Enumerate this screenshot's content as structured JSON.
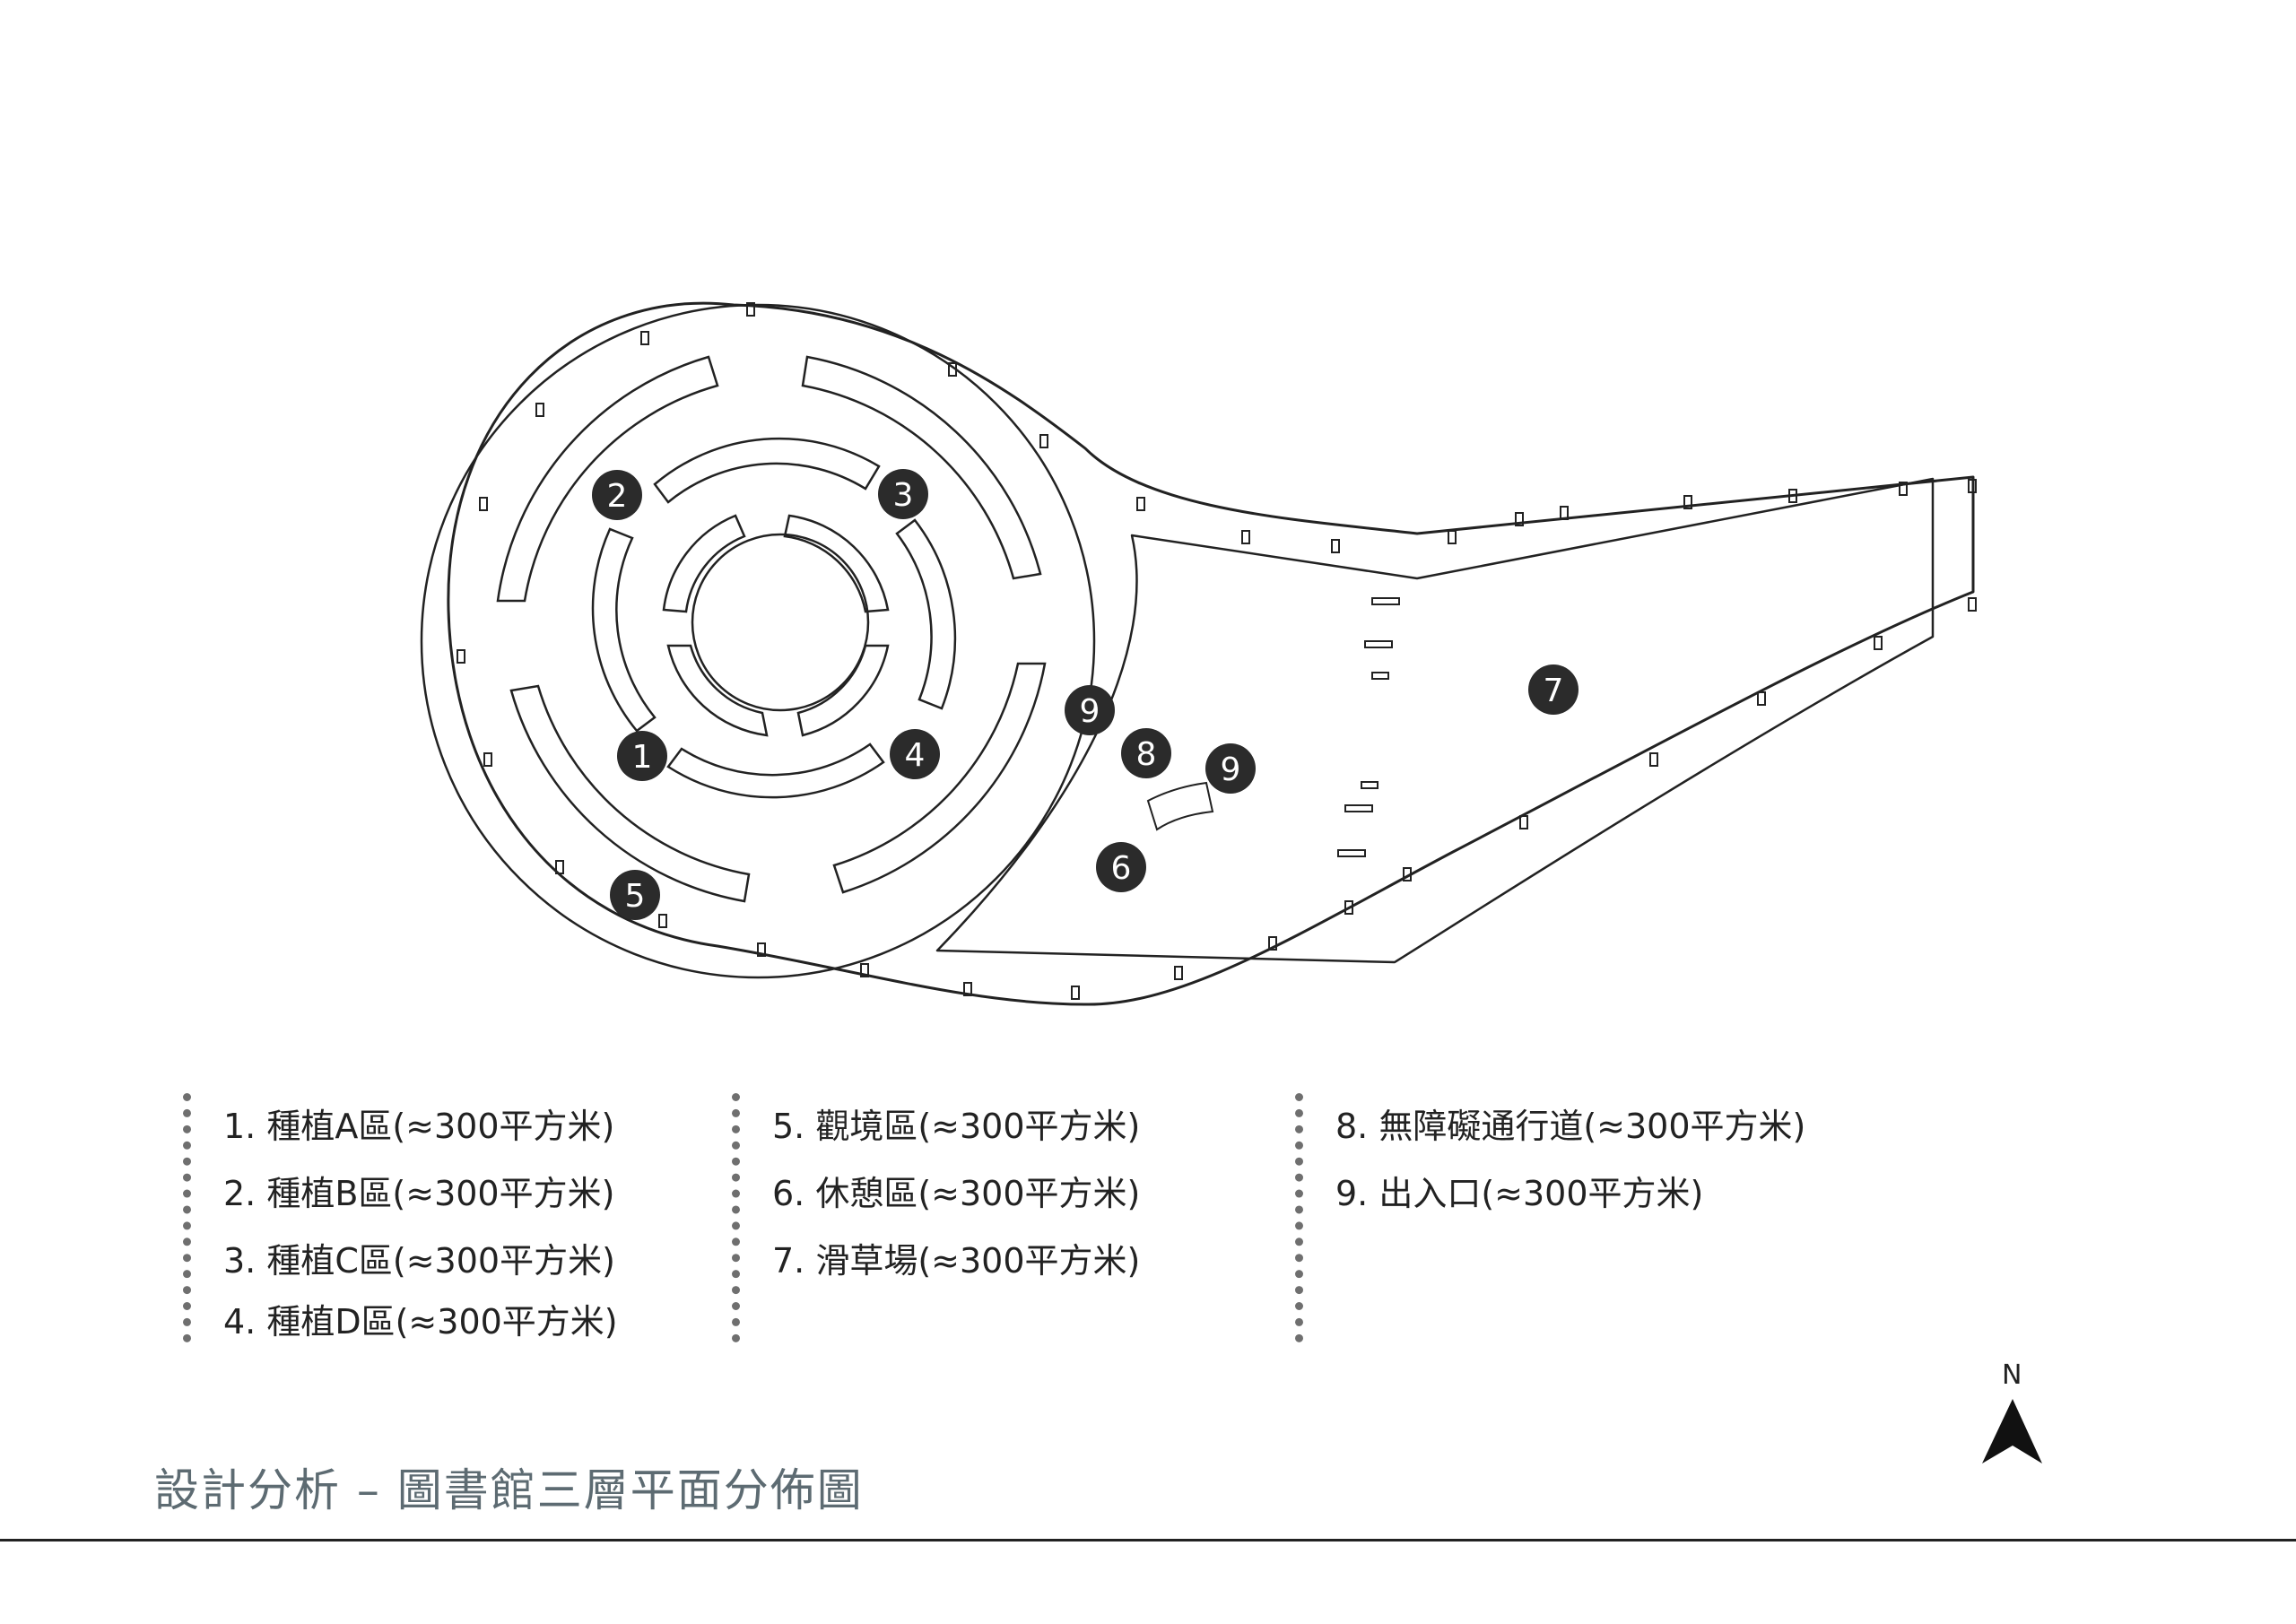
{
  "title": "設計分析 – 圖書館三層平面分佈圖",
  "compass": {
    "label": "N",
    "icon": "north-arrow-icon"
  },
  "markers": [
    {
      "num": "1"
    },
    {
      "num": "2"
    },
    {
      "num": "3"
    },
    {
      "num": "4"
    },
    {
      "num": "5"
    },
    {
      "num": "6"
    },
    {
      "num": "7"
    },
    {
      "num": "8"
    },
    {
      "num": "9"
    },
    {
      "num": "9"
    }
  ],
  "legend": {
    "col1": [
      "1. 種植A區(≈300平方米)",
      "2. 種植B區(≈300平方米)",
      "3. 種植C區(≈300平方米)",
      "4. 種植D區(≈300平方米)"
    ],
    "col2": [
      "5. 觀境區(≈300平方米)",
      "6. 休憩區(≈300平方米)",
      "7. 滑草場(≈300平方米)"
    ],
    "col3": [
      "8. 無障礙通行道(≈300平方米)",
      "9. 出入口(≈300平方米)"
    ]
  },
  "colors": {
    "marker_fill": "#2b2b2b",
    "marker_text": "#ffffff",
    "title": "#5d6b72",
    "line": "#222222"
  }
}
